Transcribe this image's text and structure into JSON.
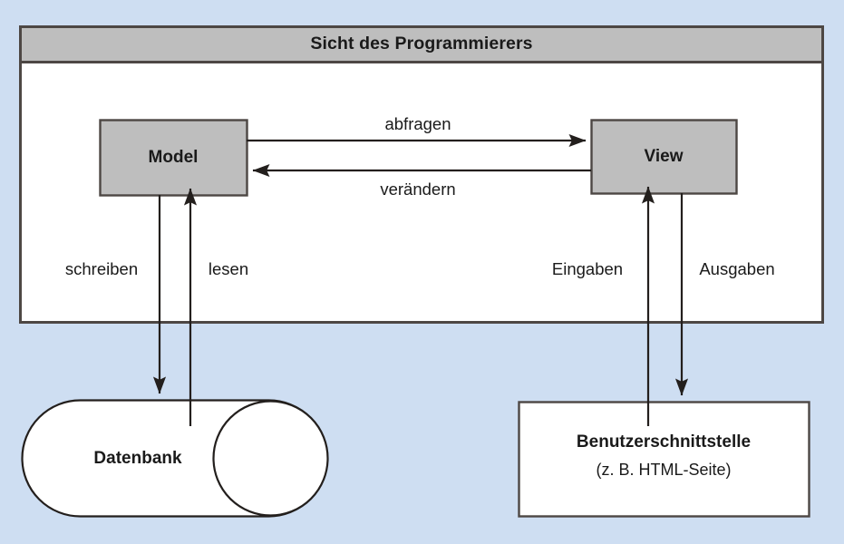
{
  "diagram": {
    "type": "architecture-diagram",
    "background_color": "#cedef2",
    "panel": {
      "title": "Sicht des Programmierers",
      "header_fill": "#bebebe",
      "body_fill": "#ffffff",
      "border_color": "#4d4744"
    },
    "nodes": [
      {
        "id": "model",
        "label": "Model",
        "shape": "rect",
        "fill": "#bebebe",
        "border_color": "#4d4744"
      },
      {
        "id": "view",
        "label": "View",
        "shape": "rect",
        "fill": "#bebebe",
        "border_color": "#4d4744"
      },
      {
        "id": "datenbank",
        "label": "Datenbank",
        "shape": "cylinder",
        "fill": "#ffffff",
        "border_color": "#4d4744"
      },
      {
        "id": "benutzerschnittstelle",
        "label": "Benutzerschnittstelle",
        "sublabel": "(z. B. HTML-Seite)",
        "shape": "rect",
        "fill": "#ffffff",
        "border_color": "#4d4744"
      }
    ],
    "edges": [
      {
        "id": "model-view-abfragen",
        "label": "abfragen",
        "from": "model",
        "to": "view",
        "direction": "right"
      },
      {
        "id": "view-model-veraendern",
        "label": "verändern",
        "from": "view",
        "to": "model",
        "direction": "left"
      },
      {
        "id": "model-db-schreiben",
        "label": "schreiben",
        "from": "model",
        "to": "datenbank",
        "direction": "down"
      },
      {
        "id": "db-model-lesen",
        "label": "lesen",
        "from": "datenbank",
        "to": "model",
        "direction": "up"
      },
      {
        "id": "ui-view-eingaben",
        "label": "Eingaben",
        "from": "benutzerschnittstelle",
        "to": "view",
        "direction": "up"
      },
      {
        "id": "view-ui-ausgaben",
        "label": "Ausgaben",
        "from": "view",
        "to": "benutzerschnittstelle",
        "direction": "down"
      }
    ]
  }
}
